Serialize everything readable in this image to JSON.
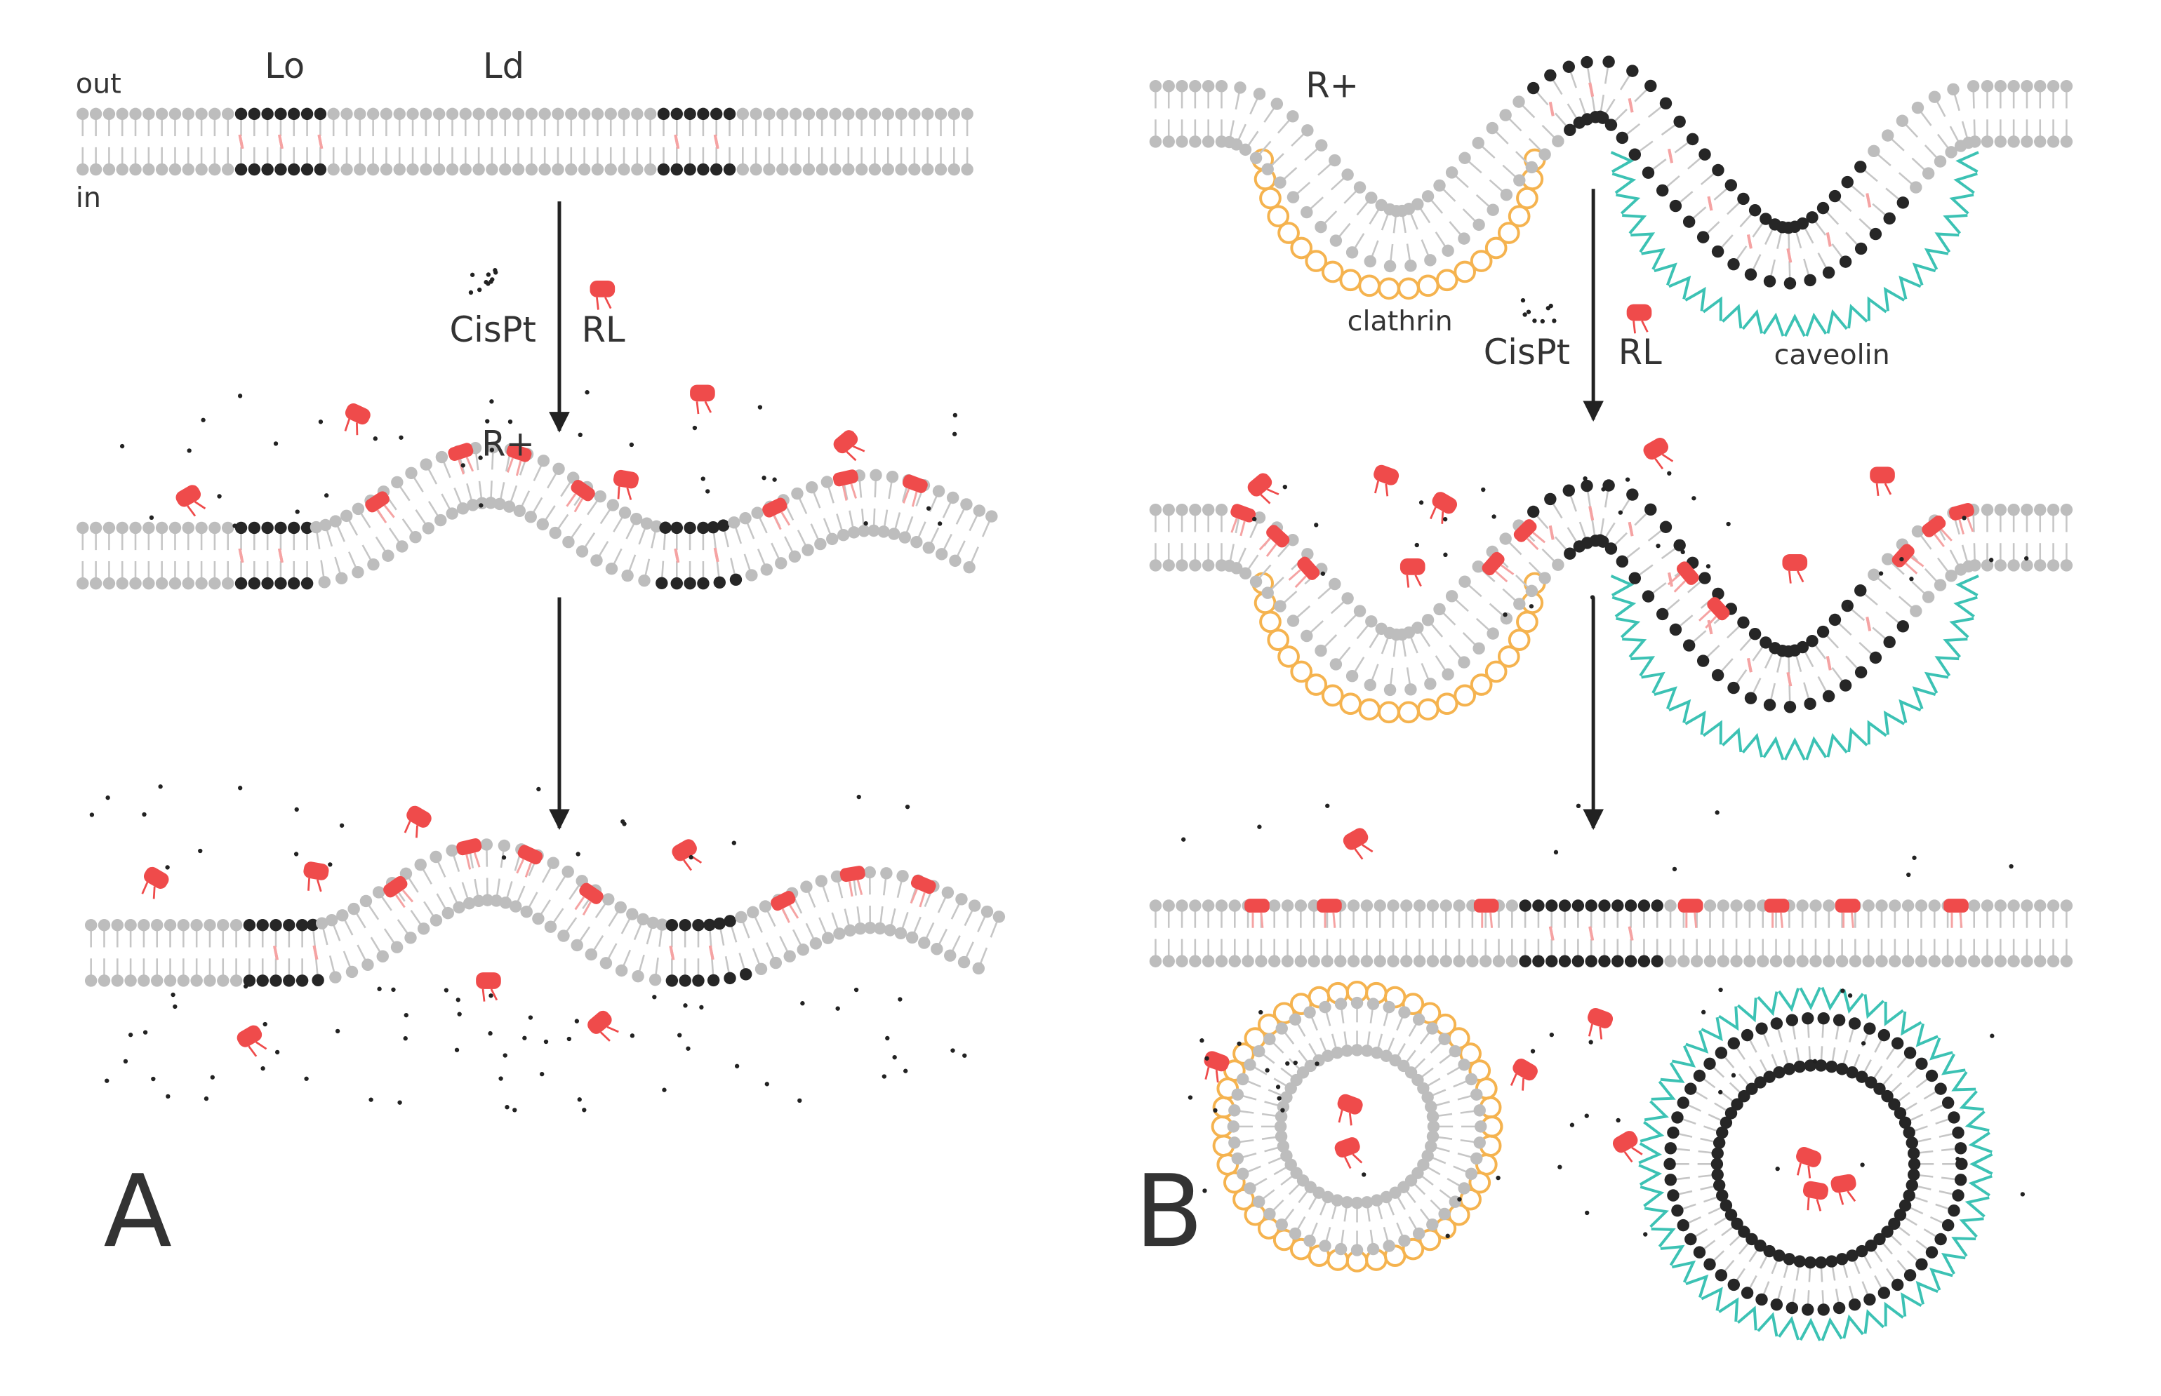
{
  "panel_a": {
    "letter": "A",
    "out_label": "out",
    "in_label": "in",
    "lo_label": "Lo",
    "ld_label": "Ld",
    "cispt_label": "CisPt",
    "rl_label": "RL",
    "rplus_label": "R+"
  },
  "panel_b": {
    "letter": "B",
    "rplus_label": "R+",
    "clathrin_label": "clathrin",
    "caveolin_label": "caveolin",
    "cispt_label": "CisPt",
    "rl_label": "RL"
  },
  "colors": {
    "lipid_ld": "#bdbdbd",
    "lipid_lo": "#262626",
    "tail": "#c6c6c6",
    "receptor": "#ef4b4b",
    "receptor_light": "#f5a3a3",
    "clathrin": "#f5b34f",
    "caveolin": "#3cc2b4",
    "ink": "#222222"
  }
}
